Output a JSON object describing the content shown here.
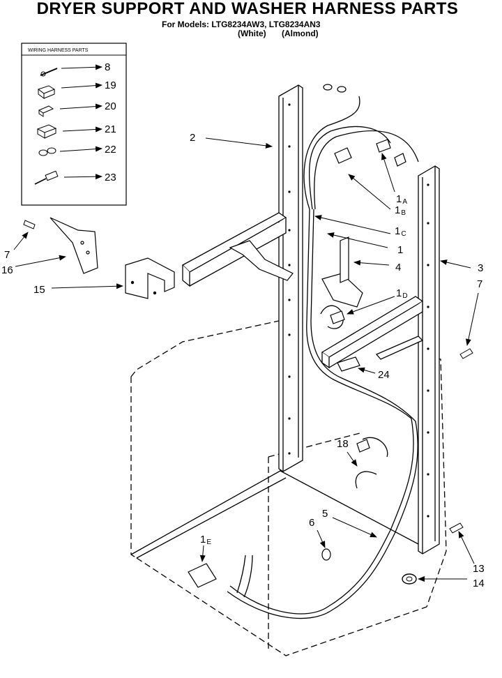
{
  "header": {
    "title": "DRYER SUPPORT AND WASHER HARNESS PARTS",
    "models_line": "For Models: LTG8234AW3, LTG8234AN3",
    "color_white": "(White)",
    "color_almond": "(Almond)"
  },
  "inset": {
    "title": "WIRING HARNESS PARTS",
    "items": [
      "8",
      "19",
      "20",
      "21",
      "22",
      "23"
    ]
  },
  "callouts": {
    "c2": "2",
    "c1a_num": "1",
    "c1a_sub": "A",
    "c1b_num": "1",
    "c1b_sub": "B",
    "c1c_num": "1",
    "c1c_sub": "C",
    "c1": "1",
    "c4": "4",
    "c1d_num": "1",
    "c1d_sub": "D",
    "c3": "3",
    "c7_right": "7",
    "c7_left": "7",
    "c16": "16",
    "c15": "15",
    "c24": "24",
    "c18": "18",
    "c5": "5",
    "c6": "6",
    "c1e_num": "1",
    "c1e_sub": "E",
    "c13": "13",
    "c14": "14"
  }
}
